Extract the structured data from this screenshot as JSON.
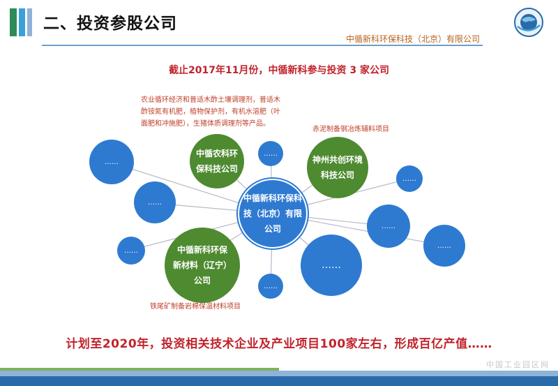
{
  "header": {
    "title": "二、投资参股公司",
    "company": "中循新科环保科技（北京）有限公司",
    "bar_colors": [
      "#2e8b57",
      "#3aa0d8",
      "#8fb3d8"
    ]
  },
  "subtitle": "截止2017年11月份，中循新科参与投资 3 家公司",
  "notes": {
    "agri": [
      "农业循环经济和普适木酢土壤调理剂，普适木",
      "酢铵氮有机肥，植物保护剂，有机水溶肥（叶",
      "面肥和冲施肥），生猪体质调理剂等产品。"
    ],
    "shenzhou": "赤泥制备钢冶炼辅料项目",
    "liaoning": "铁尾矿制备岩棉保温材料项目"
  },
  "diagram": {
    "center": [
      "中循新科环保科",
      "技（北京）有限",
      "公司"
    ],
    "agri": [
      "中循农科环",
      "保科技公司"
    ],
    "shenzhou": [
      "神州共创环境",
      "科技公司"
    ],
    "liaoning": [
      "中循新科环保",
      "新材料（辽宁）",
      "公司"
    ],
    "placeholder": "……",
    "colors": {
      "blue": "#2e7ad1",
      "green": "#4e8a30",
      "line": "#b8b8c8"
    }
  },
  "bottom_text": "计划至2020年，投资相关技术企业及产业项目100家左右，形成百亿产值……",
  "watermark": "中国工业园区网"
}
